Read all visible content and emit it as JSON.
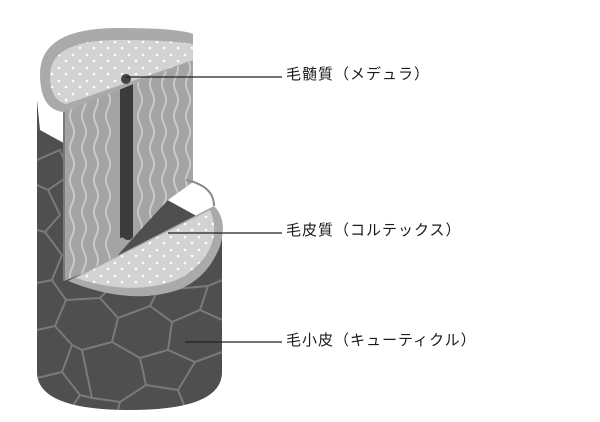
{
  "labels": {
    "medulla": "毛髄質（メデュラ）",
    "cortex": "毛皮質（コルテックス）",
    "cuticle": "毛小皮（キューティクル）"
  },
  "colors": {
    "cuticle_fill": "#4f4f4f",
    "cuticle_lines": "#777777",
    "section_face": "#d2d2d2",
    "section_rim": "#a9a9a9",
    "cortex_fill": "#a4a4a4",
    "cortex_waves": "#c8c8c8",
    "medulla_fill": "#3d3d3d",
    "leader_line": "#222222"
  }
}
